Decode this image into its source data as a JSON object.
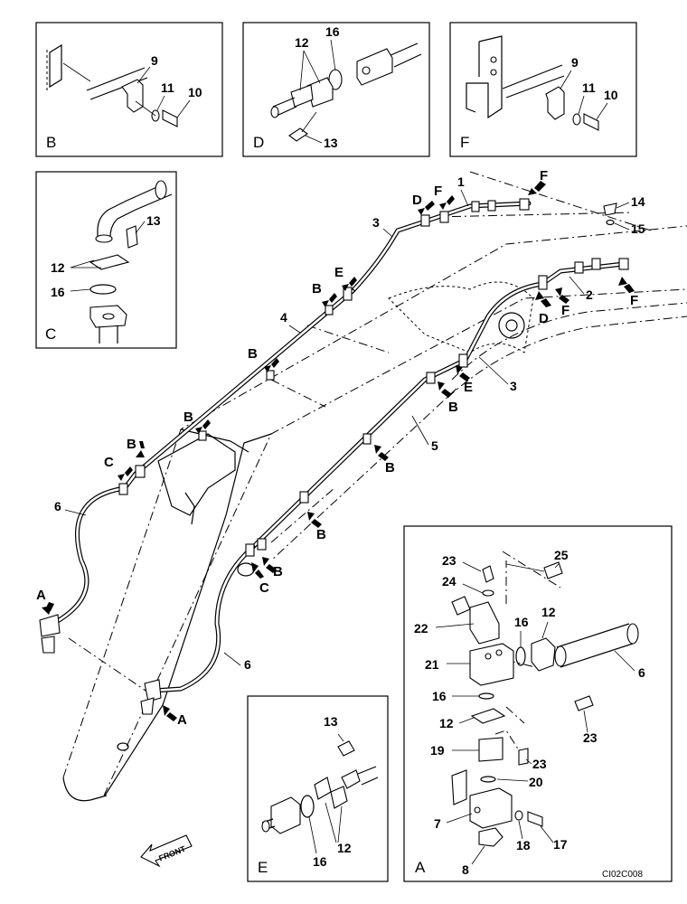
{
  "callouts": {
    "n1": "1",
    "n2": "2",
    "n3a": "3",
    "n3b": "3",
    "n4": "4",
    "n5": "5",
    "n6a": "6",
    "n6b": "6",
    "n14": "14",
    "n15": "15",
    "bB": "B",
    "bD": "D",
    "bF": "F",
    "bC": "C",
    "bE": "E",
    "bA": "A",
    "b9": "9",
    "b10": "10",
    "b11": "11",
    "d12": "12",
    "d16": "16",
    "d13": "13",
    "f9": "9",
    "f10": "10",
    "f11": "11",
    "c13": "13",
    "c12": "12",
    "c16": "16",
    "e13": "13",
    "e12": "12",
    "e16": "16",
    "a25": "25",
    "a23a": "23",
    "a24": "24",
    "a22": "22",
    "a16a": "16",
    "a12a": "12",
    "a21": "21",
    "a6": "6",
    "a16b": "16",
    "a12b": "12",
    "a23b": "23",
    "a19": "19",
    "a23c": "23",
    "a20": "20",
    "a7": "7",
    "a18": "18",
    "a17": "17",
    "a8": "8"
  },
  "view_letters": {
    "D1": "D",
    "F1": "F",
    "F2": "F",
    "E1": "E",
    "B1": "B",
    "B2": "B",
    "B3": "B",
    "B4": "B",
    "C1": "C",
    "A1": "A",
    "D2": "D",
    "F3": "F",
    "F4": "F",
    "E2": "E",
    "B5": "B",
    "B6": "B",
    "B7": "B",
    "B8": "B",
    "C2": "C",
    "A2": "A"
  },
  "front_label": "FRONT",
  "drawing_code": "CI02C008",
  "icons": {
    "arrow": "view-direction-arrow-icon",
    "front": "front-direction-arrow-icon"
  }
}
